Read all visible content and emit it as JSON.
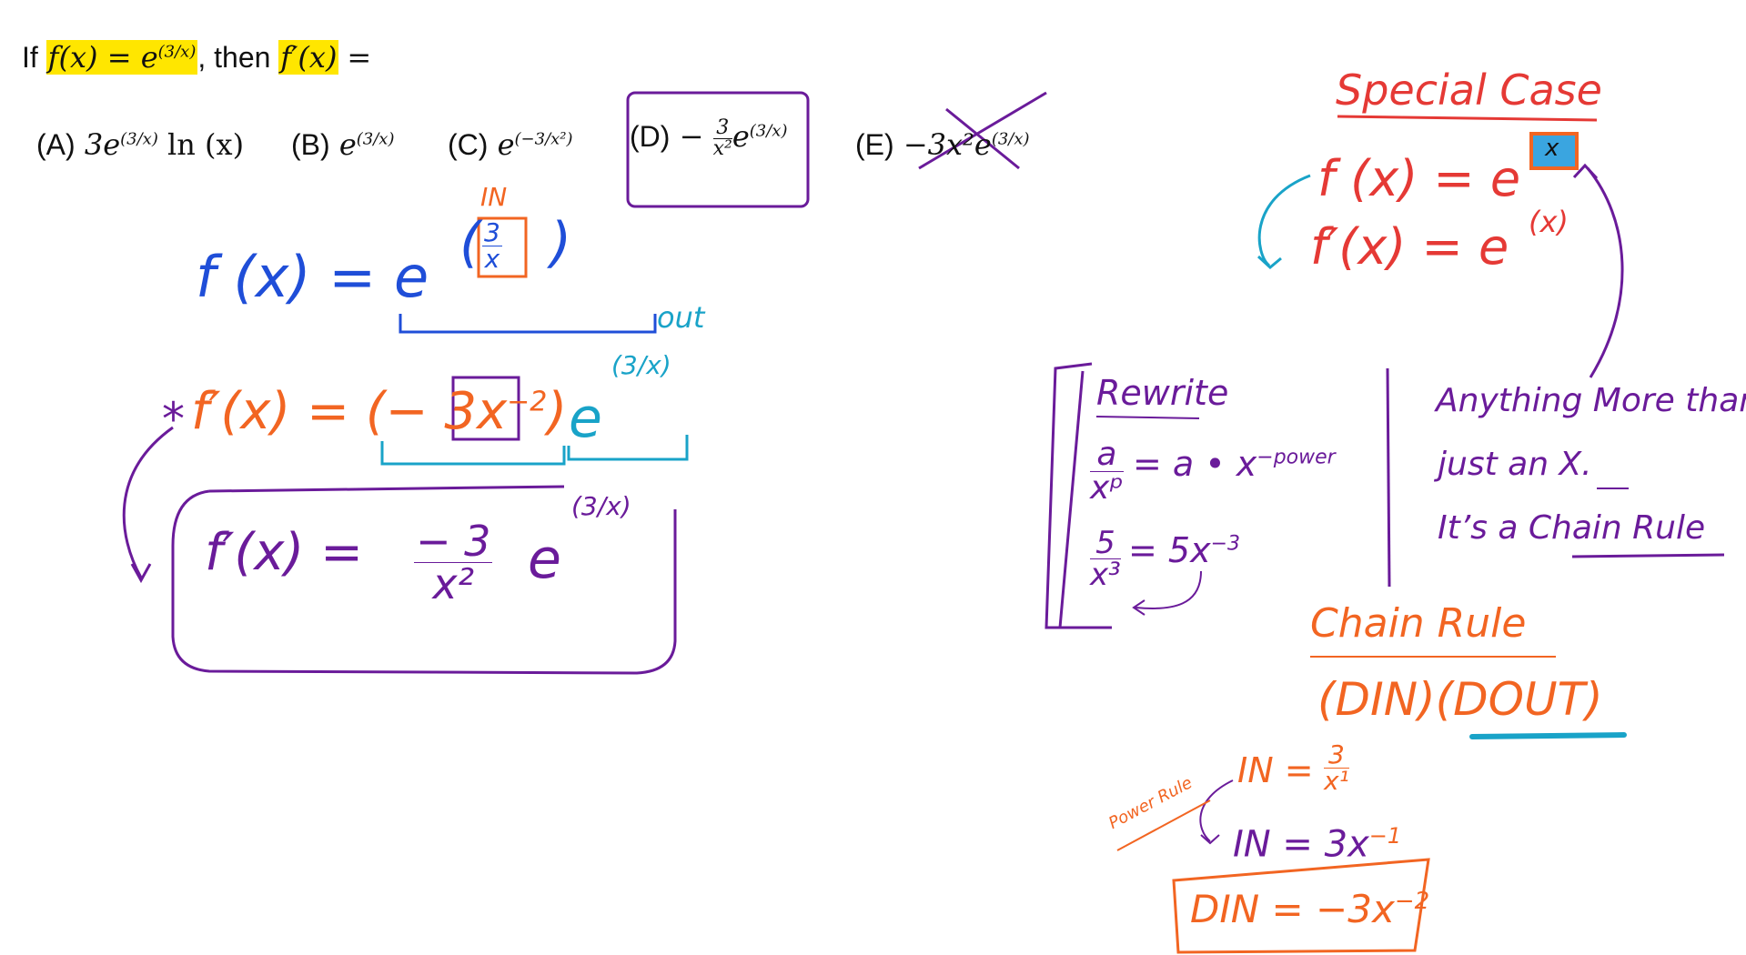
{
  "question": {
    "lead": "If",
    "fx": "f(x) = e",
    "fx_exp": "(3/x)",
    "then": ", then",
    "fpx": "f′(x)",
    "eq": "="
  },
  "choices": {
    "a_label": "(A)",
    "a_expr": "3e",
    "a_exp": "(3/x)",
    "a_tail": "ln (x)",
    "b_label": "(B)",
    "b_expr": "e",
    "b_exp": "(3/x)",
    "c_label": "(C)",
    "c_expr": "e",
    "c_exp": "(−3/x²)",
    "d_label": "(D)",
    "d_sign": "−",
    "d_num": "3",
    "d_den": "x²",
    "d_expr": "e",
    "d_exp": "(3/x)",
    "e_label": "(E)",
    "e_expr": "−3x²e",
    "e_exp": "(3/x)"
  },
  "notes_left": {
    "in_label": "IN",
    "fx_line": "f (x) = e",
    "fx_exp_num": "3",
    "fx_exp_den": "x",
    "out_label": "out",
    "star": "*",
    "fpx_prefix": "f′(x) =",
    "fpx_paren": "(− 3x",
    "fpx_power": "−2",
    "fpx_close": ")",
    "fpx_e": "e",
    "fpx_exp": "(3/x)",
    "final_prefix": "f′(x) =",
    "final_num": "− 3",
    "final_den": "x²",
    "final_e": "e",
    "final_exp": "(3/x)"
  },
  "special_case": {
    "title": "Special Case",
    "line1": "f (x) = e",
    "line1_exp": "x",
    "line2": "f′(x) = e",
    "line2_exp": "(x)"
  },
  "rewrite": {
    "title": "Rewrite",
    "rule_num": "a",
    "rule_den": "xᵖ",
    "rule_rhs": "= a • x",
    "rule_rhs_exp": "−power",
    "ex_num": "5",
    "ex_den": "x³",
    "ex_rhs": "= 5x",
    "ex_rhs_exp": "−3"
  },
  "anything": {
    "line1": "Anything More than",
    "line2a": "just an",
    "line2b": "X",
    "line2c": ".",
    "line3a": "It’s a",
    "line3b": "Chain Rule"
  },
  "chain_rule": {
    "title": "Chain Rule",
    "formula": "(DIN)(DOUT)",
    "power_rule": "Power Rule",
    "in1": "IN =",
    "in1_num": "3",
    "in1_den": "x¹",
    "in2": "IN = 3x",
    "in2_exp": "−1",
    "din": "DIN = −3x",
    "din_exp": "−2"
  }
}
